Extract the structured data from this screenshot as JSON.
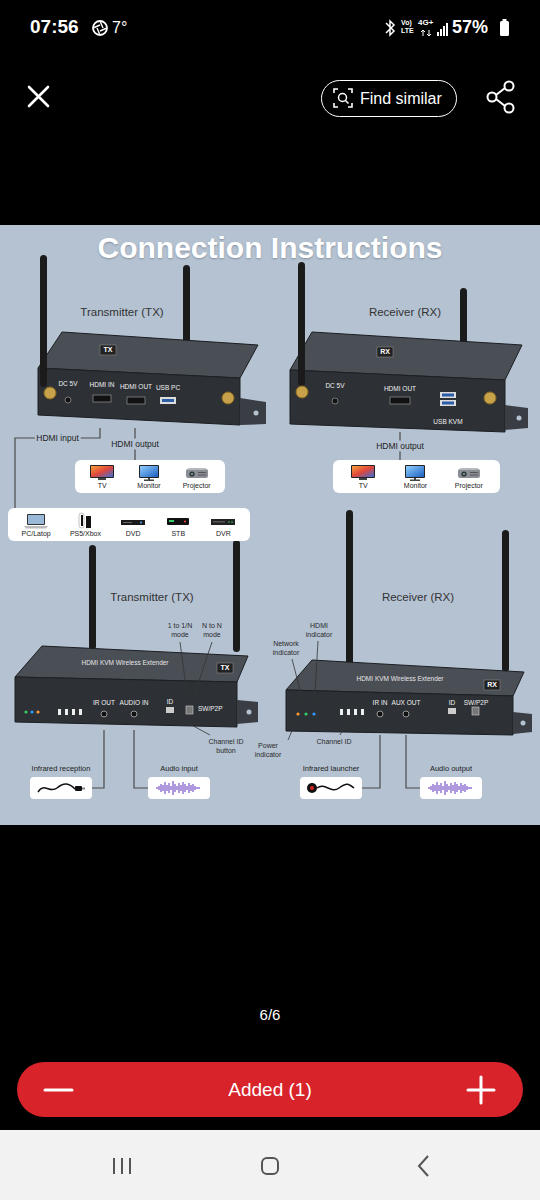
{
  "diagram": {
    "title": "Connection Instructions",
    "nodes": [
      {
        "text": [
          "Find similar"
        ]
      },
      {
        "text": [
          "Transmitter (TX)",
          "TX",
          "DC 5V",
          "HDMI IN",
          "HDMI OUT",
          "USB PC"
        ]
      },
      {
        "text": [
          "Receiver (RX)",
          "RX",
          "DC 5V",
          "HDMI OUT",
          "USB KVM"
        ]
      },
      {
        "text": [
          "TV",
          "Monitor",
          "Projector"
        ]
      },
      {
        "text": [
          "PC/Latop",
          "PS5/Xbox",
          "DVD",
          "STB",
          "DVR"
        ]
      },
      {
        "text": [
          "TV",
          "Monitor",
          "Projector"
        ]
      },
      {
        "text": [
          "Transmitter (TX)",
          "HDMI KVM Wireless Extender",
          "TX",
          "IR OUT",
          "AUDIO IN",
          "ID",
          "SW/P2P"
        ]
      },
      {
        "text": [
          "Receiver (RX)",
          "HDMI KVM Wireless Extender",
          "RX",
          "IR IN",
          "AUX OUT",
          "ID",
          "SW/P2P"
        ]
      },
      {
        "text": [
          "Infrared reception"
        ]
      },
      {
        "text": [
          "Audio input"
        ]
      },
      {
        "text": [
          "Infrared launcher"
        ]
      },
      {
        "text": [
          "Audio output"
        ]
      },
      {
        "text": [
          "Added (1)"
        ]
      }
    ],
    "edges": [
      {
        "from": 1,
        "to": 4,
        "label": "HDMI input",
        "arrow": "none"
      },
      {
        "from": 1,
        "to": 3,
        "label": "HDMI output",
        "arrow": "none"
      },
      {
        "from": 2,
        "to": 5,
        "label": "HDMI output",
        "arrow": "none"
      },
      {
        "from": 6,
        "to": 8,
        "arrow": "none"
      },
      {
        "from": 6,
        "to": 9,
        "arrow": "none"
      },
      {
        "from": 7,
        "to": 10,
        "arrow": "none"
      },
      {
        "from": 7,
        "to": 11,
        "arrow": "none"
      }
    ],
    "labels": [
      "07:56",
      "7°",
      "Vo)",
      "LTE",
      "4G+",
      "57%",
      "1 to 1/N mode",
      "N to N mode",
      "Channel ID button",
      "HDMI indicator",
      "Network indicator",
      "Power indicator",
      "Channel ID",
      "6/6"
    ]
  }
}
